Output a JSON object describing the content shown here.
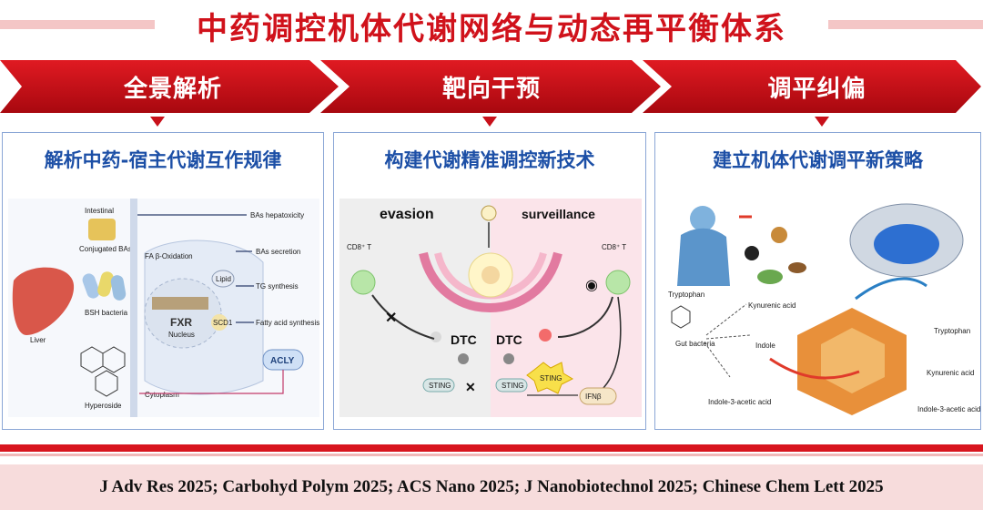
{
  "main_title": "中药调控机体代谢网络与动态再平衡体系",
  "stages": [
    "全景解析",
    "靶向干预",
    "调平纠偏"
  ],
  "panels": [
    {
      "title": "解析中药-宿主代谢互作规律",
      "labels": {
        "intestinal": "Intestinal",
        "conjugated": "Conjugated BAs",
        "bsh": "BSH bacteria",
        "liver": "Liver",
        "hyperoside": "Hyperoside",
        "cytoplasm": "Cytoplasm",
        "fxr": "FXR",
        "nucleus": "Nucleus",
        "fa_ox": "FA β-Oxidation",
        "hepatoxicity": "BAs hepatoxicity",
        "secretion": "BAs secretion",
        "tg": "TG synthesis",
        "fatty": "Fatty acid synthesis",
        "acly": "ACLY",
        "lipid": "Lipid",
        "scd1": "SCD1"
      }
    },
    {
      "title": "构建代谢精准调控新技术",
      "labels": {
        "evasion": "evasion",
        "surveillance": "surveillance",
        "cd8_left": "CD8⁺ T",
        "cd8_right": "CD8⁺ T",
        "dtc_left": "DTC",
        "dtc_right": "DTC",
        "sting_left": "STING",
        "sting_right": "STING",
        "sting_burst": "STING",
        "ifnb": "IFNβ"
      }
    },
    {
      "title": "建立机体代谢调平新策略",
      "labels": {
        "tryptophan_top": "Tryptophan",
        "gut": "Gut bacteria",
        "kynurenic_top": "Kynurenic acid",
        "indole": "Indole",
        "indole3": "Indole-3-acetic acid",
        "tryptophan_r": "Tryptophan",
        "kynurenic_r": "Kynurenic acid",
        "indole3_r": "Indole-3-acetic acid"
      }
    }
  ],
  "references": "J Adv Res 2025;  Carbohyd Polym 2025; ACS Nano 2025; J Nanobiotechnol 2025; Chinese Chem Lett 2025",
  "colors": {
    "accent": "#d0121b",
    "panel_title": "#1c4fa6",
    "panel_border": "#8aa6d6"
  }
}
